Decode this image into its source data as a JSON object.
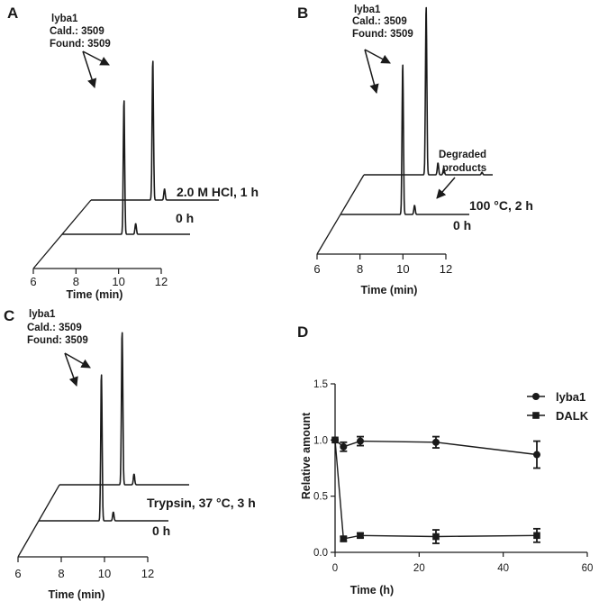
{
  "colors": {
    "ink": "#1a1a1a",
    "background": "#ffffff"
  },
  "chart_data": [
    {
      "panel": "A",
      "type": "line",
      "xlabel": "Time (min)",
      "x_ticks": [
        "6",
        "8",
        "10",
        "12"
      ],
      "xlim": [
        6,
        12
      ],
      "compound_label": "lyba1",
      "calculated": "Cald.: 3509",
      "found": "Found: 3509",
      "traces": [
        {
          "name": "0 h",
          "peaks": [
            {
              "x": 8.9,
              "height": 1.0
            },
            {
              "x": 9.45,
              "height": 0.08
            }
          ]
        },
        {
          "name": "2.0 M HCl, 1 h",
          "peaks": [
            {
              "x": 8.9,
              "height": 1.0
            },
            {
              "x": 9.45,
              "height": 0.08
            }
          ]
        }
      ]
    },
    {
      "panel": "B",
      "type": "line",
      "xlabel": "Time (min)",
      "x_ticks": [
        "6",
        "8",
        "10",
        "12"
      ],
      "xlim": [
        6,
        12
      ],
      "compound_label": "lyba1",
      "calculated": "Cald.: 3509",
      "found": "Found: 3509",
      "annotation": [
        "Degraded",
        "products"
      ],
      "traces": [
        {
          "name": "0 h",
          "peaks": [
            {
              "x": 8.9,
              "height": 1.0
            },
            {
              "x": 9.45,
              "height": 0.06
            }
          ]
        },
        {
          "name": "100 °C, 2 h",
          "peaks": [
            {
              "x": 8.9,
              "height": 1.0
            },
            {
              "x": 9.45,
              "height": 0.07
            },
            {
              "x": 9.72,
              "height": 0.04
            },
            {
              "x": 11.5,
              "height": 0.015
            }
          ]
        }
      ]
    },
    {
      "panel": "C",
      "type": "line",
      "xlabel": "Time (min)",
      "x_ticks": [
        "6",
        "8",
        "10",
        "12"
      ],
      "xlim": [
        6,
        12
      ],
      "compound_label": "lyba1",
      "calculated": "Cald.: 3509",
      "found": "Found: 3509",
      "traces": [
        {
          "name": "0 h",
          "peaks": [
            {
              "x": 8.9,
              "height": 1.0
            },
            {
              "x": 9.45,
              "height": 0.06
            }
          ]
        },
        {
          "name": "Trypsin, 37 °C, 3 h",
          "peaks": [
            {
              "x": 8.9,
              "height": 1.0
            },
            {
              "x": 9.45,
              "height": 0.07
            }
          ]
        }
      ]
    },
    {
      "panel": "D",
      "type": "line",
      "xlabel": "Time (h)",
      "ylabel": "Relative amount",
      "xlim": [
        0,
        60
      ],
      "ylim": [
        0,
        1.5
      ],
      "x_ticks": [
        "0",
        "20",
        "40",
        "60"
      ],
      "y_ticks": [
        "0.0",
        "0.5",
        "1.0",
        "1.5"
      ],
      "legend_position": "top-right",
      "series": [
        {
          "name": "lyba1",
          "marker": "circle",
          "x": [
            0,
            2,
            6,
            24,
            48
          ],
          "y": [
            1.0,
            0.94,
            0.99,
            0.98,
            0.87
          ],
          "err": [
            0.0,
            0.04,
            0.04,
            0.05,
            0.12
          ]
        },
        {
          "name": "DALK",
          "marker": "square",
          "x": [
            0,
            2,
            6,
            24,
            48
          ],
          "y": [
            1.0,
            0.12,
            0.15,
            0.14,
            0.15
          ],
          "err": [
            0.0,
            0.02,
            0.02,
            0.06,
            0.06
          ]
        }
      ]
    }
  ]
}
